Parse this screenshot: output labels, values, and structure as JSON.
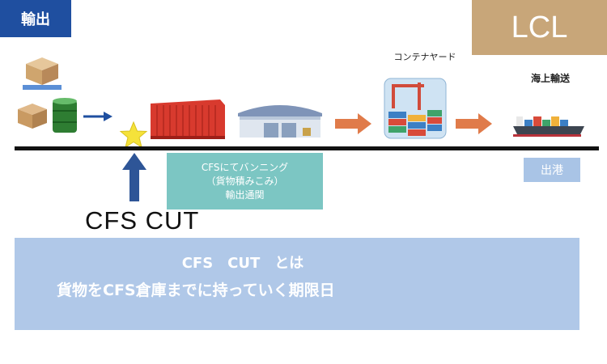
{
  "header": {
    "export_label": "輸出",
    "lcl_label": "LCL"
  },
  "labels": {
    "container_yard": "コンテナヤード",
    "ocean_transport": "海上輸送"
  },
  "cfs_box": {
    "line1": "CFSにてバンニング",
    "line2": "（貨物積みこみ）",
    "line3": "輸出通関"
  },
  "departure_label": "出港",
  "cfs_cut_label": "CFS CUT",
  "definition": {
    "title": "CFS　CUT　とは",
    "text": "貨物をCFS倉庫までに持っていく期限日"
  },
  "colors": {
    "export_badge": "#1f4fa0",
    "lcl_badge": "#c8a679",
    "arrow_orange": "#e07b4a",
    "arrow_blue": "#1f4fa0",
    "cfs_box": "#7cc6c3",
    "definition_box": "#b0c8e8",
    "container": "#d83a2e",
    "star": "#f5e23a"
  },
  "icons": [
    "cargo-boxes-icon",
    "oil-drum-icon",
    "star-icon",
    "container-icon",
    "warehouse-icon",
    "container-yard-icon",
    "cargo-ship-icon"
  ]
}
